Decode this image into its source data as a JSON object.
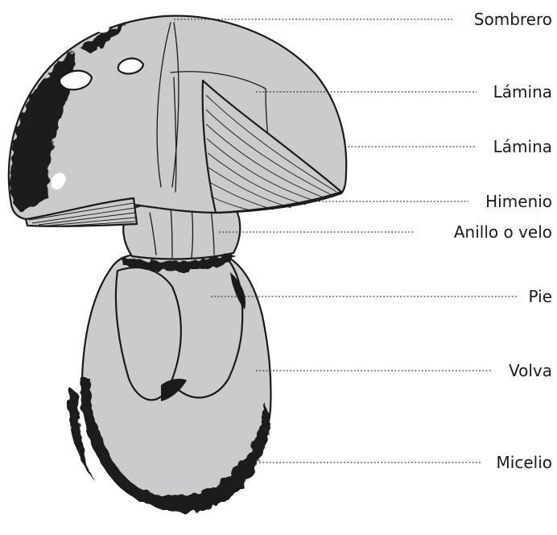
{
  "colors": {
    "background": "#ffffff",
    "fill": "#c9cbcd",
    "ink": "#1a1a1a"
  },
  "labels": [
    {
      "id": "sombrero",
      "text": "Sombrero"
    },
    {
      "id": "lamina-1",
      "text": "Lámina"
    },
    {
      "id": "lamina-2",
      "text": "Lámina"
    },
    {
      "id": "himenio",
      "text": "Himenio"
    },
    {
      "id": "anillo",
      "text": "Anillo o velo"
    },
    {
      "id": "pie",
      "text": "Pie"
    },
    {
      "id": "volva",
      "text": "Volva"
    },
    {
      "id": "micelio",
      "text": "Micelio"
    }
  ]
}
